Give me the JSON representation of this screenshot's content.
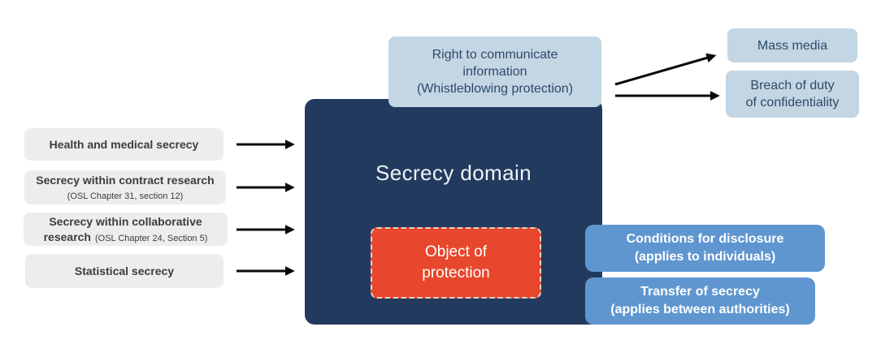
{
  "diagram": {
    "domain_box": {
      "title": "Secrecy domain"
    },
    "object_box": {
      "lines": [
        "Object of",
        "protection"
      ]
    },
    "secrecy_types": [
      {
        "line1": "Health and medical secrecy"
      },
      {
        "line1": "Secrecy within contract research",
        "note": "(OSL Chapter 31, section 12)"
      },
      {
        "line1": "Secrecy within collaborative",
        "line2": "research",
        "note": "(OSL Chapter 24, Section 5)"
      },
      {
        "line1": "Statistical secrecy"
      }
    ],
    "whistleblowing_box": {
      "lines": [
        "Right to communicate",
        "information",
        "(Whistleblowing protection)"
      ]
    },
    "outcome_boxes": [
      {
        "lines": [
          "Mass media"
        ]
      },
      {
        "lines": [
          "Breach of duty",
          "of confidentiality"
        ]
      }
    ],
    "disclosure_boxes": [
      {
        "lines": [
          "Conditions for disclosure",
          "(applies to individuals)"
        ]
      },
      {
        "lines": [
          "Transfer of secrecy",
          "(applies between authorities)"
        ]
      }
    ],
    "colors": {
      "domain_navy": "#223a5e",
      "object_red": "#e7472c",
      "pale_blue": "#c4d6e4",
      "medium_blue": "#5f96d0",
      "light_gray": "#ededed",
      "arrow_black": "#0a0a0a",
      "gray_text": "#3d3d3d",
      "navy_text": "#2d4a68",
      "white_text": "#ffffff"
    }
  }
}
